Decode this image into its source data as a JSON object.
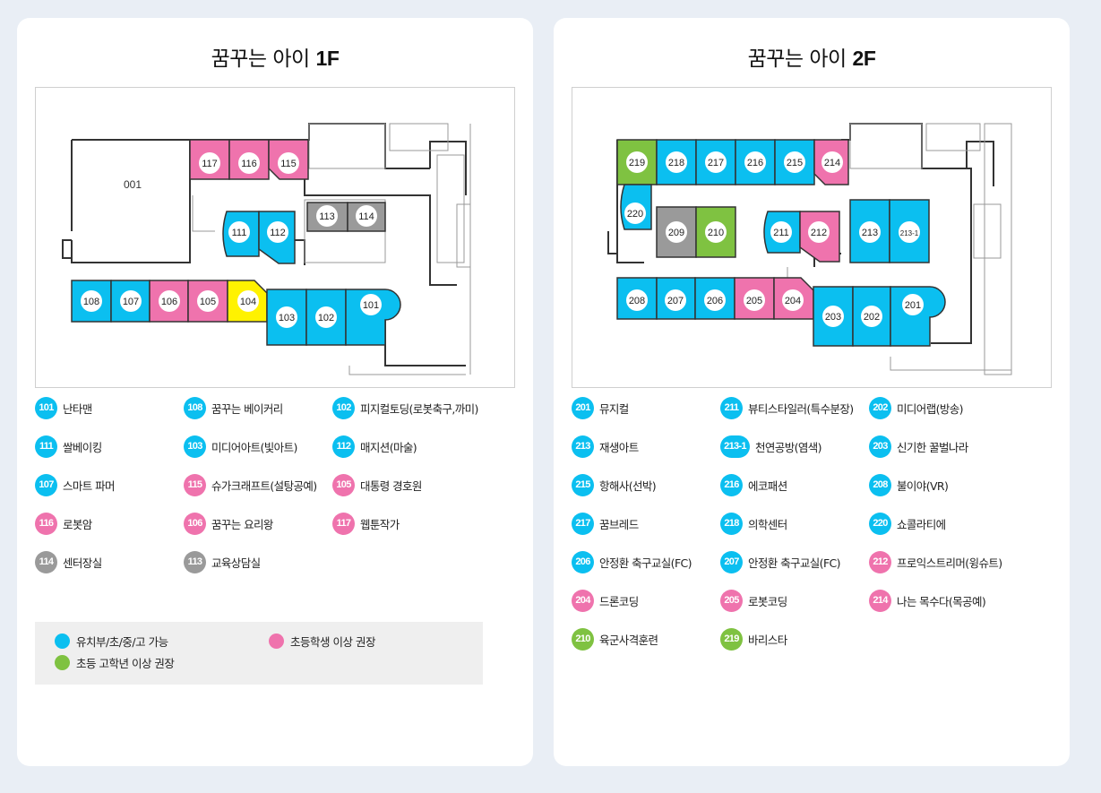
{
  "colors": {
    "cyan": "#0bbff0",
    "pink": "#ef73ad",
    "green": "#7fc241",
    "yellow": "#fff200",
    "gray": "#9a9a9a"
  },
  "floor1": {
    "title_prefix": "꿈꾸는 아이",
    "title_floor": "1F",
    "hall_label": "001",
    "map_rooms": [
      "117",
      "116",
      "115",
      "111",
      "112",
      "113",
      "114",
      "108",
      "107",
      "106",
      "105",
      "104",
      "103",
      "102",
      "101"
    ],
    "legend": [
      {
        "num": "101",
        "label": "난타맨",
        "color": "cyan"
      },
      {
        "num": "108",
        "label": "꿈꾸는 베이커리",
        "color": "cyan"
      },
      {
        "num": "102",
        "label": "피지컬토딩(로봇축구,까미)",
        "color": "cyan"
      },
      {
        "num": "111",
        "label": "쌀베이킹",
        "color": "cyan"
      },
      {
        "num": "103",
        "label": "미디어아트(빛아트)",
        "color": "cyan"
      },
      {
        "num": "112",
        "label": "매지션(마술)",
        "color": "cyan"
      },
      {
        "num": "107",
        "label": "스마트 파머",
        "color": "cyan"
      },
      {
        "num": "115",
        "label": "슈가크래프트(설탕공예)",
        "color": "pink"
      },
      {
        "num": "105",
        "label": "대통령 경호원",
        "color": "pink"
      },
      {
        "num": "116",
        "label": "로봇암",
        "color": "pink"
      },
      {
        "num": "106",
        "label": "꿈꾸는 요리왕",
        "color": "pink"
      },
      {
        "num": "117",
        "label": "웹툰작가",
        "color": "pink"
      },
      {
        "num": "114",
        "label": "센터장실",
        "color": "gray"
      },
      {
        "num": "113",
        "label": "교육상담실",
        "color": "gray"
      }
    ],
    "keys": [
      {
        "label": "유치부/초/중/고 가능",
        "color": "cyan"
      },
      {
        "label": "초등학생 이상 권장",
        "color": "pink"
      },
      {
        "label": "초등 고학년 이상 권장",
        "color": "green"
      }
    ]
  },
  "floor2": {
    "title_prefix": "꿈꾸는 아이",
    "title_floor": "2F",
    "map_rooms": [
      "219",
      "218",
      "217",
      "216",
      "215",
      "214",
      "220",
      "209",
      "210",
      "211",
      "212",
      "213",
      "213-1",
      "208",
      "207",
      "206",
      "205",
      "204",
      "203",
      "202",
      "201"
    ],
    "legend": [
      {
        "num": "201",
        "label": "뮤지컬",
        "color": "cyan"
      },
      {
        "num": "211",
        "label": "뷰티스타일러(특수분장)",
        "color": "cyan"
      },
      {
        "num": "202",
        "label": "미디어랩(방송)",
        "color": "cyan"
      },
      {
        "num": "213",
        "label": "재생아트",
        "color": "cyan"
      },
      {
        "num": "213-1",
        "label": "천연공방(염색)",
        "color": "cyan"
      },
      {
        "num": "203",
        "label": "신기한 꿀벌나라",
        "color": "cyan"
      },
      {
        "num": "215",
        "label": "항해사(선박)",
        "color": "cyan"
      },
      {
        "num": "216",
        "label": "에코패션",
        "color": "cyan"
      },
      {
        "num": "208",
        "label": "불이야(VR)",
        "color": "cyan"
      },
      {
        "num": "217",
        "label": "꿈브레드",
        "color": "cyan"
      },
      {
        "num": "218",
        "label": "의학센터",
        "color": "cyan"
      },
      {
        "num": "220",
        "label": "쇼콜라티에",
        "color": "cyan"
      },
      {
        "num": "206",
        "label": "안정환 축구교실(FC)",
        "color": "cyan"
      },
      {
        "num": "207",
        "label": "안정환 축구교실(FC)",
        "color": "cyan"
      },
      {
        "num": "212",
        "label": "프로익스트리머(윙슈트)",
        "color": "pink"
      },
      {
        "num": "204",
        "label": "드론코딩",
        "color": "pink"
      },
      {
        "num": "205",
        "label": "로봇코딩",
        "color": "pink"
      },
      {
        "num": "214",
        "label": "나는 목수다(목공예)",
        "color": "pink"
      },
      {
        "num": "210",
        "label": "육군사격훈련",
        "color": "green"
      },
      {
        "num": "219",
        "label": "바리스타",
        "color": "green"
      }
    ]
  }
}
